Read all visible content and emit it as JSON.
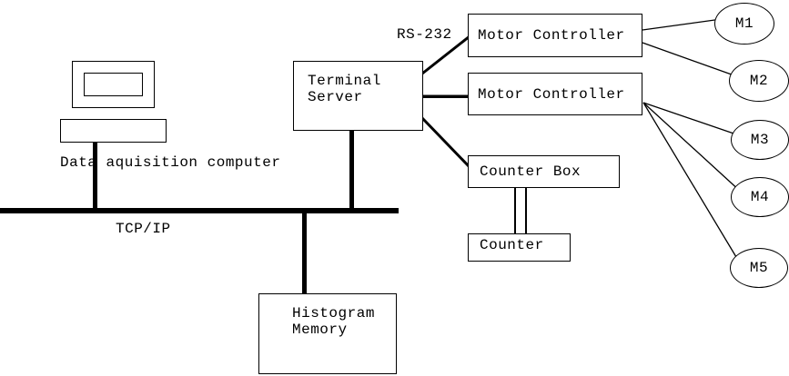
{
  "diagram": {
    "colors": {
      "background": "#ffffff",
      "stroke": "#000000"
    },
    "labels": {
      "computer": "Data aquisition computer",
      "bus": "TCP/IP",
      "serial_link": "RS-232"
    },
    "nodes": {
      "terminal_server": {
        "line1": "Terminal",
        "line2": "Server"
      },
      "motor_controller_1": {
        "label": "Motor Controller"
      },
      "motor_controller_2": {
        "label": "Motor Controller"
      },
      "counter_box": {
        "label": "Counter Box"
      },
      "counter": {
        "label": "Counter"
      },
      "histogram_memory": {
        "line1": "Histogram",
        "line2": "Memory"
      }
    },
    "motors": [
      {
        "label": "M1"
      },
      {
        "label": "M2"
      },
      {
        "label": "M3"
      },
      {
        "label": "M4"
      },
      {
        "label": "M5"
      }
    ]
  }
}
